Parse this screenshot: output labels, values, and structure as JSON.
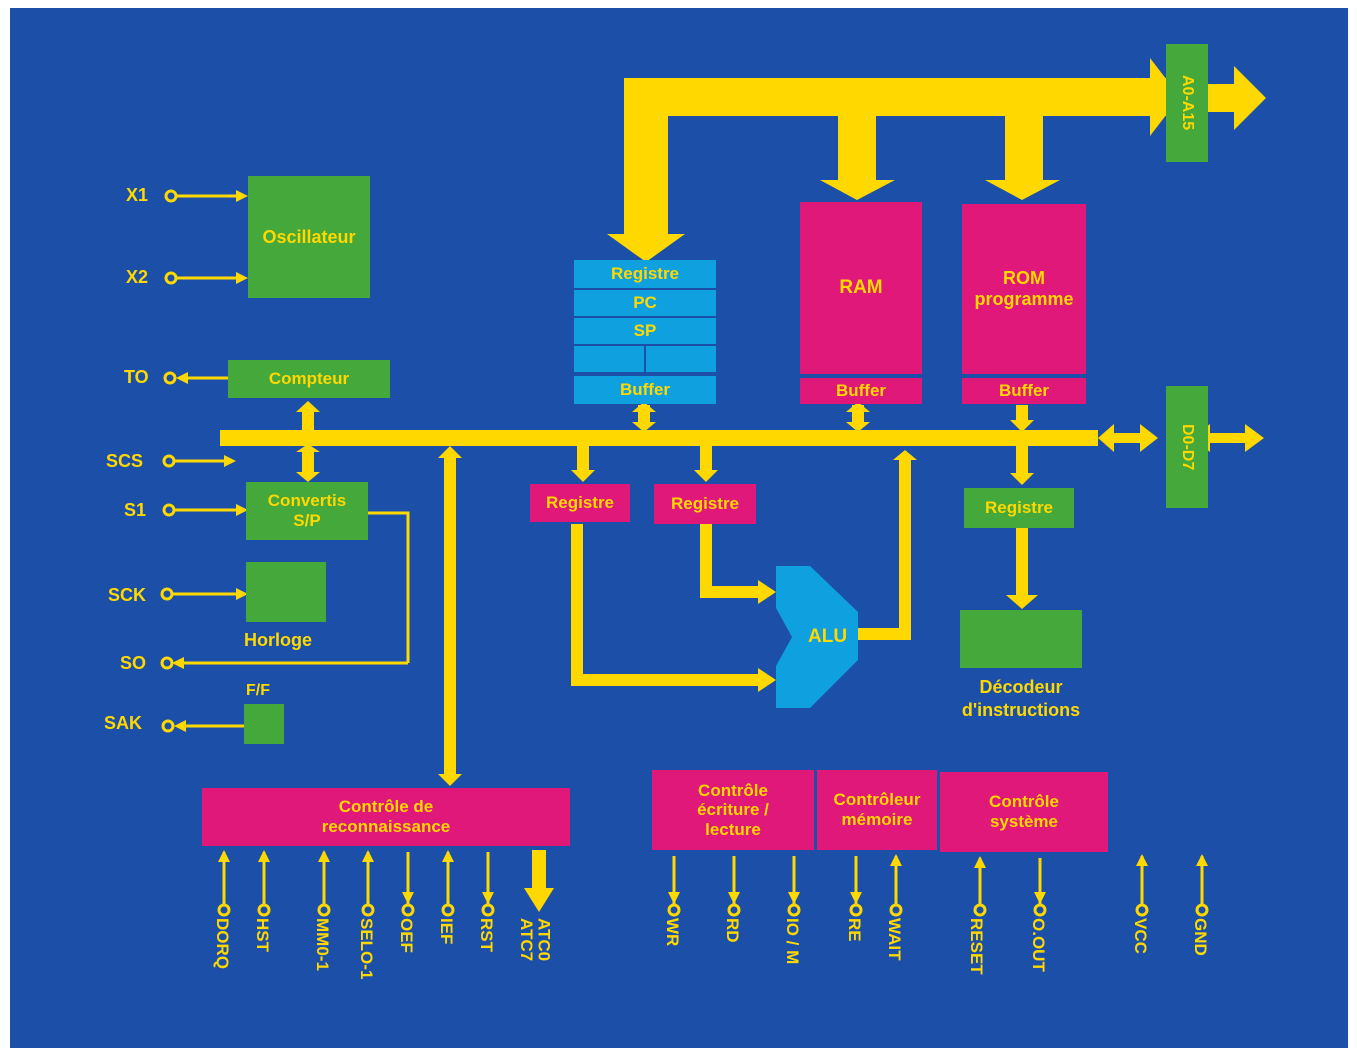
{
  "colors": {
    "background": "#1c4fa8",
    "bus": "#ffd800",
    "green_block": "#45a83a",
    "pink_block": "#e0187a",
    "cyan_block": "#0ea0df",
    "text": "#ffd800"
  },
  "blocks": {
    "oscillateur": "Oscillateur",
    "compteur": "Compteur",
    "convertis": "Convertis\nS/P",
    "horloge": "Horloge",
    "ff": "F/F",
    "registre_stack_title": "Registre",
    "pc": "PC",
    "sp": "SP",
    "buffer_regs": "Buffer",
    "ram": "RAM",
    "ram_buffer": "Buffer",
    "rom": "ROM\nprogramme",
    "rom_buffer": "Buffer",
    "registre_a": "Registre",
    "registre_b": "Registre",
    "registre_c": "Registre",
    "alu": "ALU",
    "decodeur": "Décodeur\nd'instructions",
    "controle_reconnaissance": "Contrôle de\nreconnaissance",
    "controle_ecriture": "Contrôle\nécriture /\nlecture",
    "controleur_memoire": "Contrôleur\nmémoire",
    "controle_systeme": "Contrôle\nsystème",
    "addr_bus": "A0-A15",
    "data_bus": "D0-D7"
  },
  "left_pins": {
    "x1": "X1",
    "x2": "X2",
    "to": "TO",
    "scs": "SCS",
    "s1": "S1",
    "sck": "SCK",
    "so": "SO",
    "sak": "SAK"
  },
  "bottom_pins": {
    "dorq": "DORQ",
    "hst": "HST",
    "mmo": "MM0-1",
    "selo": "SELO-1",
    "oef": "OEF",
    "ief": "IEF",
    "rst": "RST",
    "atc": "ATC0\nATC7",
    "wr": "WR",
    "rd": "RD",
    "iom": "IO / M",
    "re": "RE",
    "wait": "WAIT",
    "reset": "RESET",
    "oout": "O.OUT",
    "vcc": "VCC",
    "gnd": "GND"
  }
}
